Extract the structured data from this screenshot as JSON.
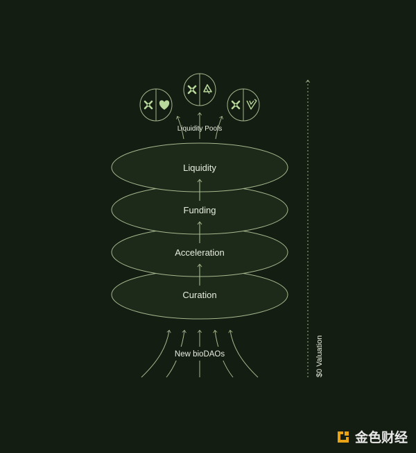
{
  "diagram": {
    "top_label": "Liquidity Pools",
    "layers": [
      {
        "label": "Liquidity"
      },
      {
        "label": "Funding"
      },
      {
        "label": "Acceleration"
      },
      {
        "label": "Curation"
      }
    ],
    "bottom_label": "New bioDAOs",
    "axis_label": "$0 Valuation",
    "pool_icons": [
      {
        "left": "cross-knot-icon",
        "right": "heart-blob-icon"
      },
      {
        "left": "cross-knot-icon",
        "right": "recycle-loop-icon"
      },
      {
        "left": "cross-knot-icon",
        "right": "leaf-shape-icon"
      }
    ]
  },
  "colors": {
    "background": "#141d12",
    "line": "#a6b88f",
    "ellipse_fill": "#1d2a19",
    "icon_fill": "#b9d99c",
    "text": "#e8eee0"
  },
  "watermark": {
    "text": "金色财经"
  }
}
